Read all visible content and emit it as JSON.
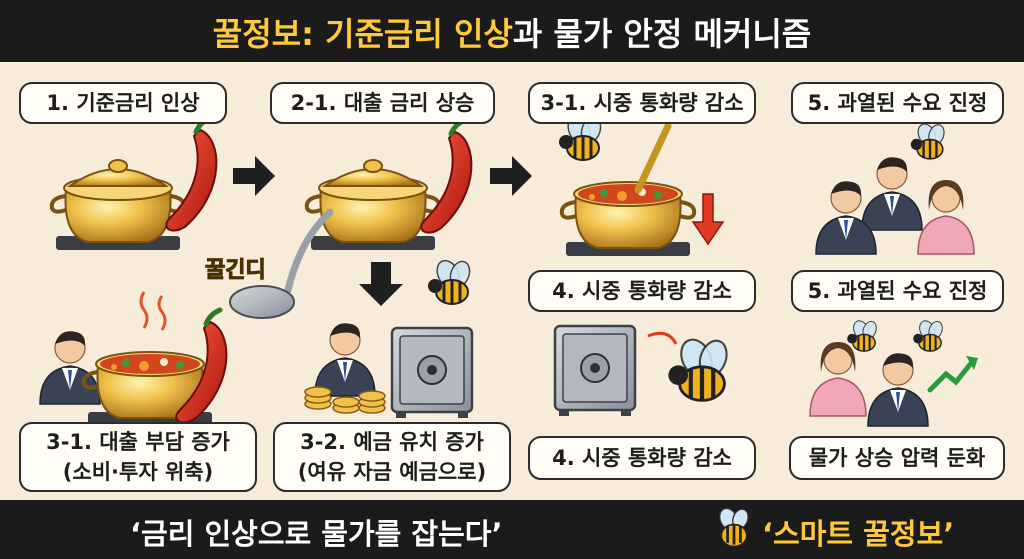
{
  "title": {
    "prefix": "꿀정보: ",
    "highlight": "기준금리 인상",
    "rest": "과 물가 안정 메커니즘"
  },
  "steps": {
    "s1": "1. 기준금리 인상",
    "s2_1": "2-1. 대출 금리 상승",
    "s3_1_top": "3-1. 시중 통화량 감소",
    "s5_top": "5. 과열된 수요 진정",
    "s3_1_line1": "3-1. 대출 부담 증가",
    "s3_1_line2": "(소비·투자 위축)",
    "s3_2_line1": "3-2. 예금 유치 증가",
    "s3_2_line2": "(여유 자금 예금으로)",
    "s4_mid": "4. 시중 통화량 감소",
    "s4_bottom": "4. 시중 통화량 감소",
    "s5_mid": "5. 과열된 수요 진정",
    "price": "물가 상승 압력 둔화"
  },
  "ladle_text": "꿀긴디",
  "footer": {
    "slogan": "‘금리 인상으로 물가를 잡는다’",
    "brand": "‘스마트 꿀정보’"
  },
  "colors": {
    "gold": "#e8b23a",
    "dark": "#1b1b1b",
    "accent": "#ffc93b",
    "pepper": "#d42a1f",
    "bg": "#f6ecd9"
  },
  "icons": [
    "gold-pot-icon",
    "chili-pepper-icon",
    "right-arrow-icon",
    "down-arrow-icon",
    "bee-icon",
    "safe-icon",
    "coin-stack-icon",
    "businessman-icon",
    "people-group-icon",
    "ladle-icon",
    "rising-arrow-icon"
  ]
}
